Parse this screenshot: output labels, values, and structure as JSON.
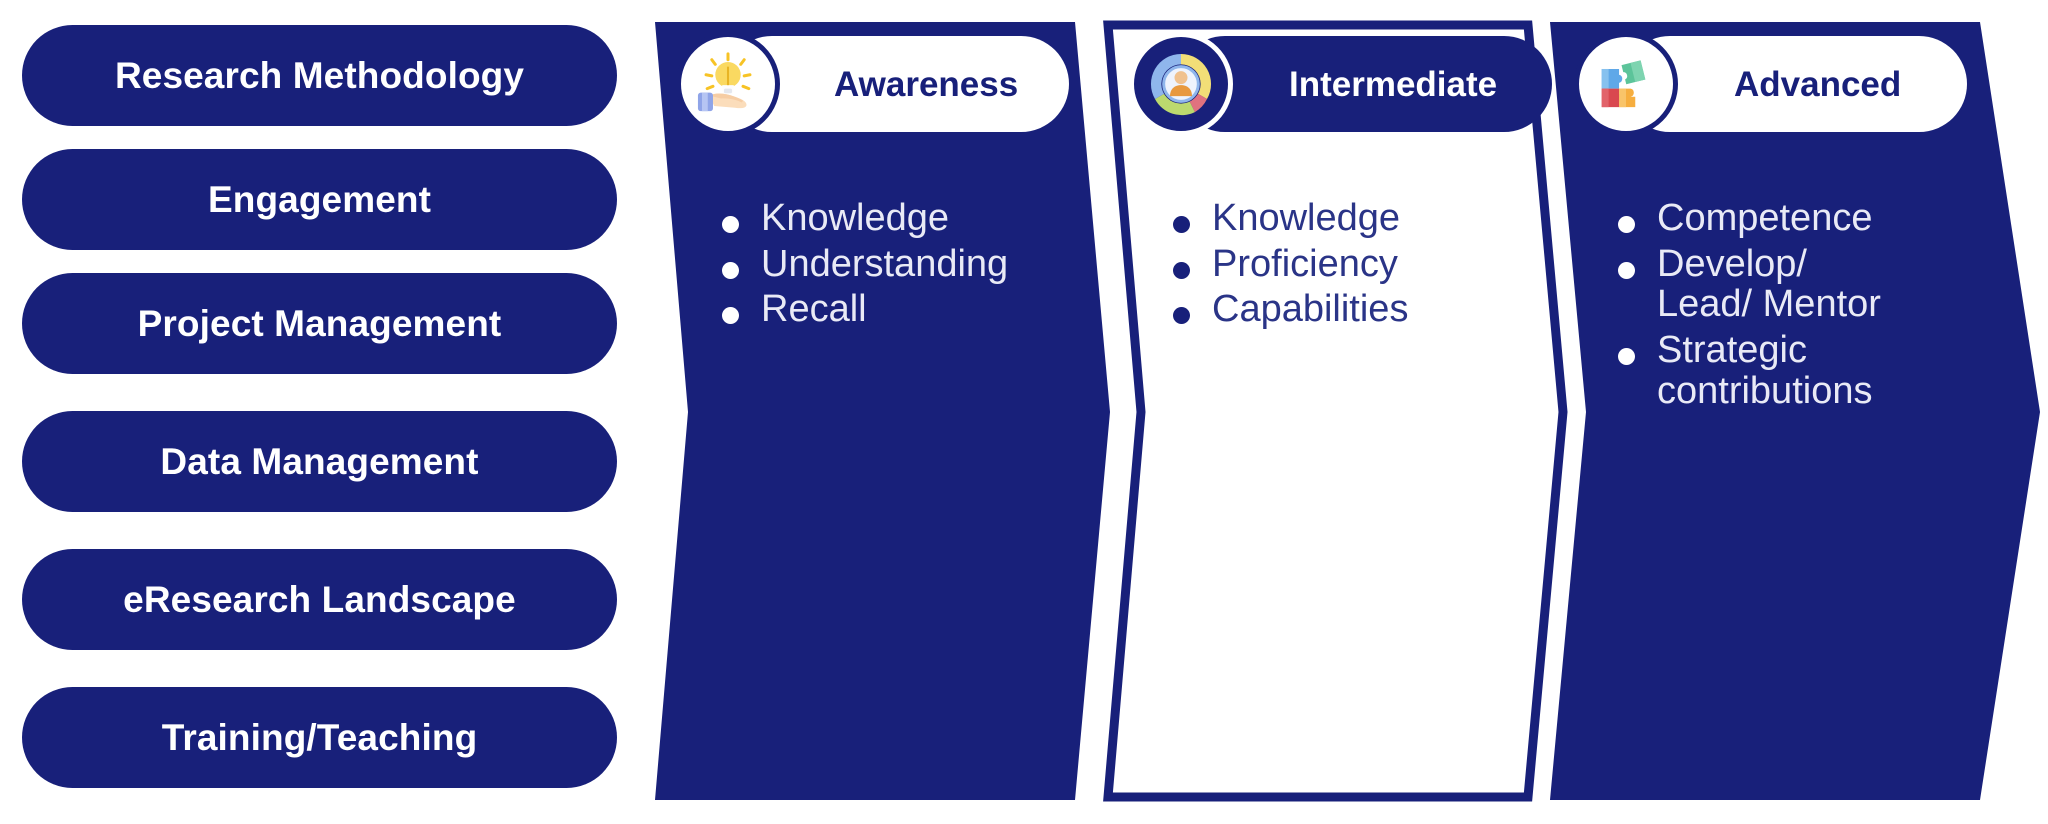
{
  "colors": {
    "navy": "#18207a",
    "navy_text_light": "#e9eaf6",
    "white": "#ffffff",
    "bullet_text_on_white": "#2a3487"
  },
  "sidebar": {
    "items": [
      {
        "label": "Research Methodology"
      },
      {
        "label": "Engagement"
      },
      {
        "label": "Project Management"
      },
      {
        "label": "Data Management"
      },
      {
        "label": "eResearch Landscape"
      },
      {
        "label": "Training/Teaching"
      }
    ]
  },
  "levels": [
    {
      "title": "Awareness",
      "icon": "lightbulb-in-hand-icon",
      "style": "filled",
      "bullets": [
        "Knowledge",
        "Understanding",
        "Recall"
      ]
    },
    {
      "title": "Intermediate",
      "icon": "person-donut-chart-icon",
      "style": "outline",
      "bullets": [
        "Knowledge",
        "Proficiency",
        "Capabilities"
      ]
    },
    {
      "title": "Advanced",
      "icon": "puzzle-pieces-icon",
      "style": "filled",
      "bullets": [
        "Competence",
        "Develop/\nLead/ Mentor",
        "Strategic\ncontributions"
      ]
    }
  ]
}
